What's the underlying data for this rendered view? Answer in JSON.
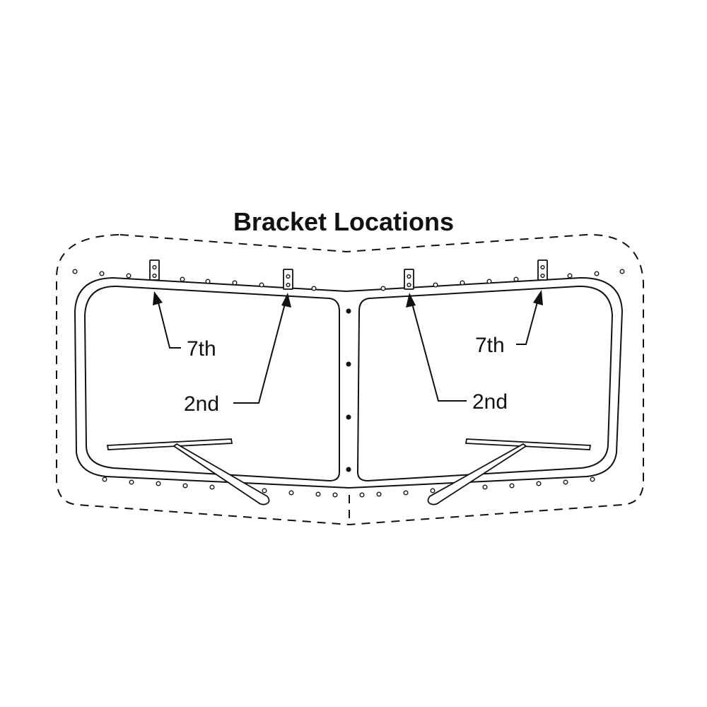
{
  "title": "Bracket Locations",
  "callouts": {
    "left_7th": "7th",
    "left_2nd": "2nd",
    "right_7th": "7th",
    "right_2nd": "2nd"
  }
}
